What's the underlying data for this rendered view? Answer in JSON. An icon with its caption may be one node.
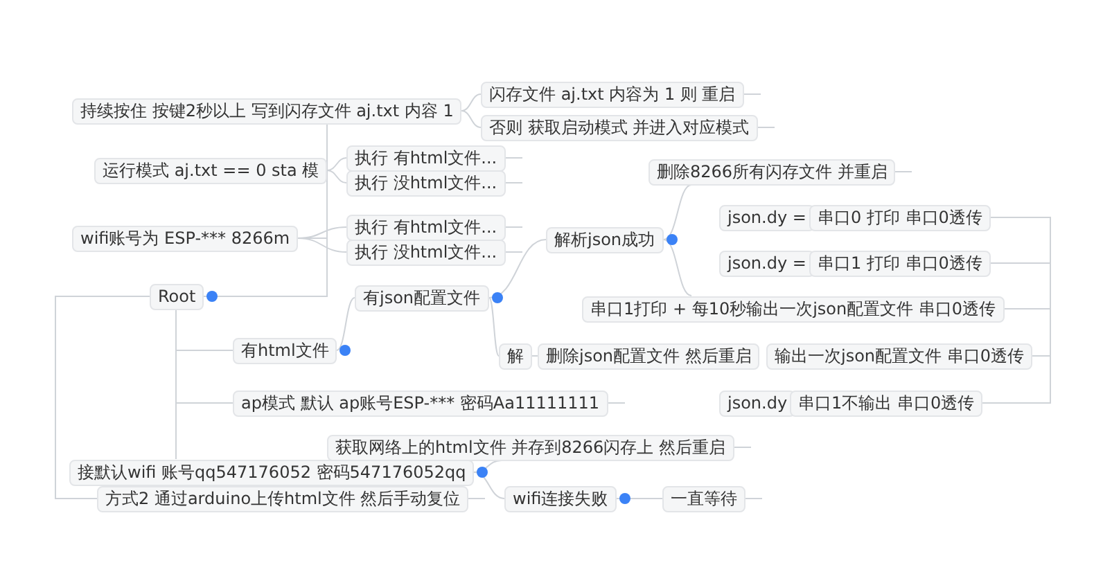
{
  "diagram": {
    "nodes": [
      {
        "text": [
          "Root"
        ]
      },
      {
        "text": [
          "持续按住 按键2秒以上 写到闪存文件 aj.txt 内容 1"
        ]
      },
      {
        "text": [
          "闪存文件 aj.txt 内容为 1 则 重启"
        ]
      },
      {
        "text": [
          "否则 获取启动模式 并进入对应模式"
        ]
      },
      {
        "text": [
          "运行模式 aj.txt == 0 sta 模"
        ]
      },
      {
        "text": [
          "执行 有html文件..."
        ]
      },
      {
        "text": [
          "执行 没html文件..."
        ]
      },
      {
        "text": [
          "wifi账号为 ESP-*** 8266m"
        ]
      },
      {
        "text": [
          "执行 有html文件..."
        ]
      },
      {
        "text": [
          "执行 没html文件..."
        ]
      },
      {
        "text": [
          "解析json成功"
        ]
      },
      {
        "text": [
          "删除8266所有闪存文件 并重启"
        ]
      },
      {
        "text": [
          "有json配置文件"
        ]
      },
      {
        "text": [
          "json.dy ="
        ]
      },
      {
        "text": [
          "串口0 打印 串口0透传"
        ]
      },
      {
        "text": [
          "json.dy ="
        ]
      },
      {
        "text": [
          "串口1 打印 串口0透传"
        ]
      },
      {
        "text": [
          "串口1打印 + 每10秒输出一次json配置文件 串口0透传"
        ]
      },
      {
        "text": [
          "解"
        ]
      },
      {
        "text": [
          "删除json配置文件 然后重启"
        ]
      },
      {
        "text": [
          "输出一次json配置文件 串口0透传"
        ]
      },
      {
        "text": [
          "json.dy"
        ]
      },
      {
        "text": [
          "串口1不输出 串口0透传"
        ]
      },
      {
        "text": [
          "有html文件"
        ]
      },
      {
        "text": [
          "ap模式 默认 ap账号ESP-*** 密码Aa11111111"
        ]
      },
      {
        "text": [
          "接默认wifi 账号qq547176052 密码547176052qq"
        ]
      },
      {
        "text": [
          "获取网络上的html文件 并存到8266闪存上 然后重启"
        ]
      },
      {
        "text": [
          "方式2 通过arduino上传html文件 然后手动复位"
        ]
      },
      {
        "text": [
          "wifi连接失败"
        ]
      },
      {
        "text": [
          "一直等待"
        ]
      }
    ],
    "edges": [
      {
        "from": 0,
        "to": 1,
        "arrow": "none"
      },
      {
        "from": 0,
        "to": 4,
        "arrow": "none"
      },
      {
        "from": 0,
        "to": 7,
        "arrow": "none"
      },
      {
        "from": 0,
        "to": 23,
        "arrow": "none"
      },
      {
        "from": 0,
        "to": 24,
        "arrow": "none"
      },
      {
        "from": 0,
        "to": 25,
        "arrow": "none"
      },
      {
        "from": 0,
        "to": 27,
        "arrow": "none"
      },
      {
        "from": 1,
        "to": 2,
        "arrow": "none"
      },
      {
        "from": 1,
        "to": 3,
        "arrow": "none"
      },
      {
        "from": 4,
        "to": 5,
        "arrow": "none"
      },
      {
        "from": 4,
        "to": 6,
        "arrow": "none"
      },
      {
        "from": 7,
        "to": 8,
        "arrow": "none"
      },
      {
        "from": 7,
        "to": 9,
        "arrow": "none"
      },
      {
        "from": 23,
        "to": 12,
        "arrow": "none"
      },
      {
        "from": 12,
        "to": 10,
        "arrow": "none"
      },
      {
        "from": 12,
        "to": 18,
        "arrow": "none"
      },
      {
        "from": 18,
        "to": 19,
        "arrow": "none"
      },
      {
        "from": 10,
        "to": 11,
        "arrow": "none"
      },
      {
        "from": 10,
        "to": 17,
        "arrow": "none"
      },
      {
        "from": 17,
        "to": 14,
        "arrow": "none"
      },
      {
        "from": 17,
        "to": 16,
        "arrow": "none"
      },
      {
        "from": 17,
        "to": 20,
        "arrow": "none"
      },
      {
        "from": 17,
        "to": 22,
        "arrow": "none"
      },
      {
        "from": 25,
        "to": 26,
        "arrow": "none"
      },
      {
        "from": 25,
        "to": 28,
        "arrow": "none"
      },
      {
        "from": 28,
        "to": 29,
        "arrow": "none"
      },
      {
        "from": 2,
        "to": null,
        "arrow": "none"
      },
      {
        "from": 3,
        "to": null,
        "arrow": "none"
      },
      {
        "from": 5,
        "to": null,
        "arrow": "none"
      },
      {
        "from": 6,
        "to": null,
        "arrow": "none"
      },
      {
        "from": 8,
        "to": null,
        "arrow": "none"
      },
      {
        "from": 9,
        "to": null,
        "arrow": "none"
      },
      {
        "from": 11,
        "to": null,
        "arrow": "none"
      },
      {
        "from": 24,
        "to": null,
        "arrow": "none"
      },
      {
        "from": 26,
        "to": null,
        "arrow": "none"
      },
      {
        "from": 27,
        "to": null,
        "arrow": "none"
      },
      {
        "from": 29,
        "to": null,
        "arrow": "none"
      }
    ]
  }
}
